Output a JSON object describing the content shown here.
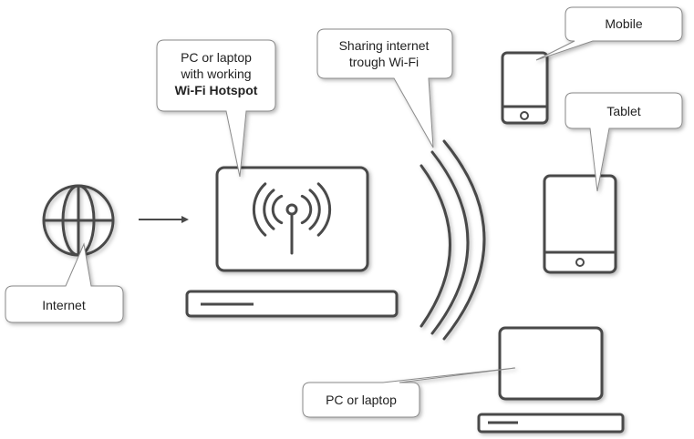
{
  "labels": {
    "internet": "Internet",
    "hotspot_line1": "PC or laptop",
    "hotspot_line2": "with working",
    "hotspot_line3": "Wi-Fi Hotspot",
    "sharing_line1": "Sharing internet",
    "sharing_line2": "trough Wi-Fi",
    "mobile": "Mobile",
    "tablet": "Tablet",
    "pc": "PC or laptop"
  },
  "icons": {
    "globe": "globe-icon",
    "signal": "wifi-signal-icon",
    "arrow": "arrow-right-icon"
  },
  "colors": {
    "stroke": "#4a4a4a",
    "bubble_border": "#8a8a8a",
    "bubble_fill": "#ffffff",
    "text": "#222222"
  }
}
